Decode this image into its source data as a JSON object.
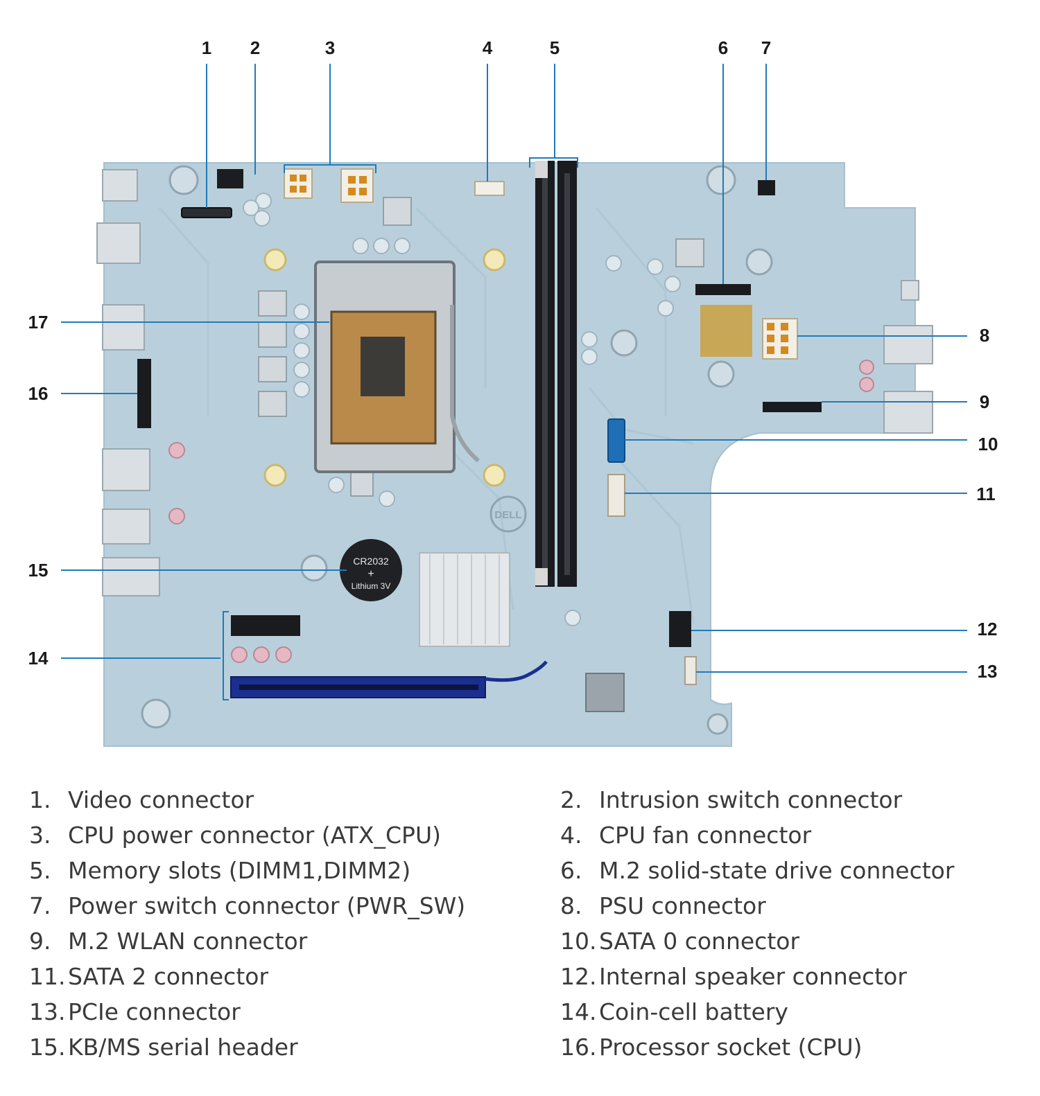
{
  "board": {
    "logo_text": "DELL",
    "battery_text": [
      "CR2032",
      "+",
      "Lithium 3V"
    ]
  },
  "callouts": [
    "1",
    "2",
    "3",
    "4",
    "5",
    "6",
    "7",
    "8",
    "9",
    "10",
    "11",
    "12",
    "13",
    "14",
    "15",
    "16",
    "17"
  ],
  "legend": [
    {
      "num": "1.",
      "label": "Video connector"
    },
    {
      "num": "2.",
      "label": "Intrusion switch connector"
    },
    {
      "num": "3.",
      "label": "CPU power connector (ATX_CPU)"
    },
    {
      "num": "4.",
      "label": "CPU fan connector"
    },
    {
      "num": "5.",
      "label": "Memory slots (DIMM1,DIMM2)"
    },
    {
      "num": "6.",
      "label": "M.2 solid-state drive connector"
    },
    {
      "num": "7.",
      "label": "Power switch connector (PWR_SW)"
    },
    {
      "num": "8.",
      "label": "PSU connector"
    },
    {
      "num": "9.",
      "label": "M.2 WLAN connector"
    },
    {
      "num": "10.",
      "label": "SATA 0 connector"
    },
    {
      "num": "11.",
      "label": "SATA 2 connector"
    },
    {
      "num": "12.",
      "label": "Internal speaker connector"
    },
    {
      "num": "13.",
      "label": "PCIe connector"
    },
    {
      "num": "14.",
      "label": "Coin-cell battery"
    },
    {
      "num": "15.",
      "label": "KB/MS serial header"
    },
    {
      "num": "16.",
      "label": "Processor socket (CPU)"
    }
  ],
  "colors": {
    "board": "#b9d0dc",
    "leader": "#1f7ab8",
    "slot_blue": "#1b2f8f",
    "text": "#3a3a3a"
  }
}
